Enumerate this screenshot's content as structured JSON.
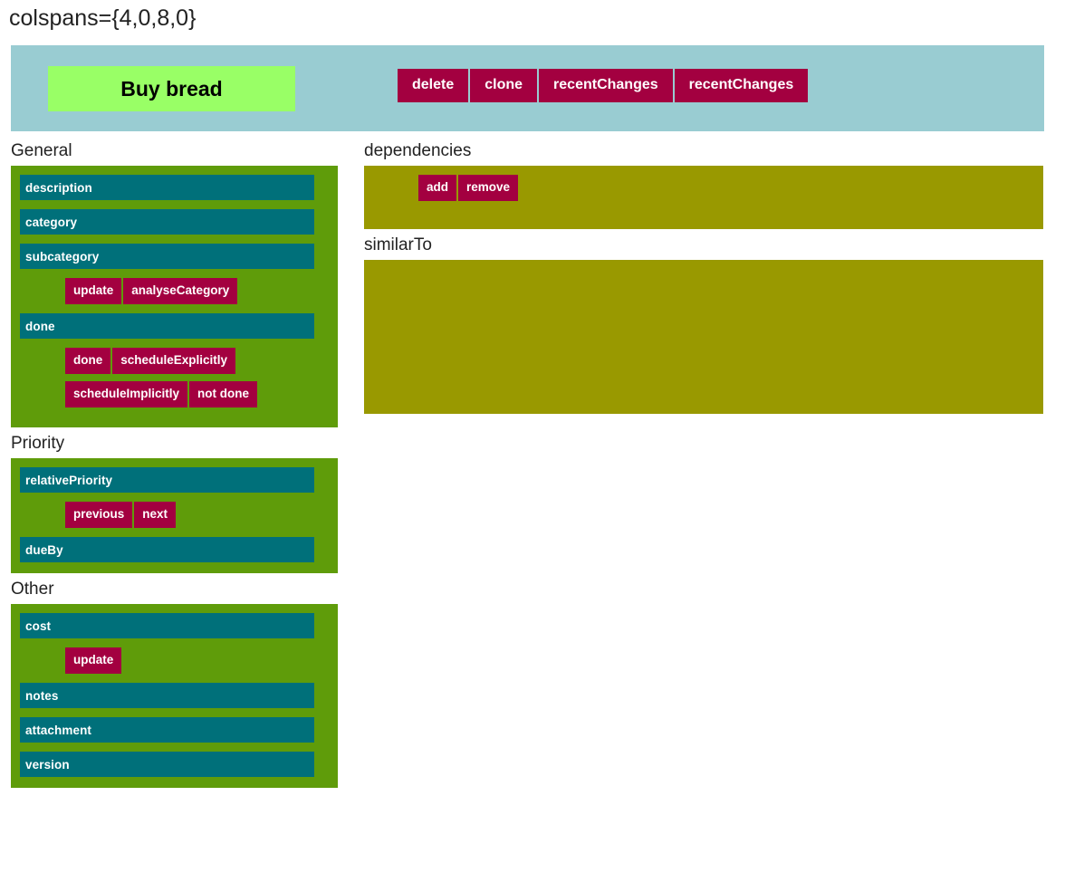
{
  "page": {
    "title": "colspans={4,0,8,0}"
  },
  "header": {
    "item_title": "Buy bread",
    "actions": [
      {
        "label": "delete",
        "name": "delete-button"
      },
      {
        "label": "clone",
        "name": "clone-button"
      },
      {
        "label": "recentChanges",
        "name": "recent-changes-button-1"
      },
      {
        "label": "recentChanges",
        "name": "recent-changes-button-2"
      }
    ]
  },
  "colors": {
    "header_bar": "#99ccd2",
    "title_box": "#99ff66",
    "panel_green": "#5f9c0a",
    "panel_olive": "#999900",
    "field_teal": "#00707a",
    "button_crimson": "#a30040",
    "text_white": "#ffffff",
    "text_dark": "#222222",
    "page_background": "#ffffff"
  },
  "left_column": {
    "sections": [
      {
        "label": "General",
        "rows": [
          {
            "kind": "field",
            "label": "description"
          },
          {
            "kind": "field",
            "label": "category"
          },
          {
            "kind": "field",
            "label": "subcategory"
          },
          {
            "kind": "buttons",
            "buttons": [
              "update",
              "analyseCategory"
            ]
          },
          {
            "kind": "field",
            "label": "done"
          },
          {
            "kind": "buttons",
            "buttons": [
              "done",
              "scheduleExplicitly"
            ]
          },
          {
            "kind": "buttons",
            "buttons": [
              "scheduleImplicitly",
              "not done"
            ]
          }
        ]
      },
      {
        "label": "Priority",
        "rows": [
          {
            "kind": "field",
            "label": "relativePriority"
          },
          {
            "kind": "buttons",
            "buttons": [
              "previous",
              "next"
            ]
          },
          {
            "kind": "field",
            "label": "dueBy"
          }
        ]
      },
      {
        "label": "Other",
        "rows": [
          {
            "kind": "field",
            "label": "cost"
          },
          {
            "kind": "buttons",
            "buttons": [
              "update"
            ]
          },
          {
            "kind": "field",
            "label": "notes"
          },
          {
            "kind": "field",
            "label": "attachment"
          },
          {
            "kind": "field",
            "label": "version"
          }
        ]
      }
    ]
  },
  "right_column": {
    "sections": [
      {
        "label": "dependencies",
        "buttons": [
          "add",
          "remove"
        ]
      },
      {
        "label": "similarTo",
        "buttons": []
      }
    ]
  }
}
